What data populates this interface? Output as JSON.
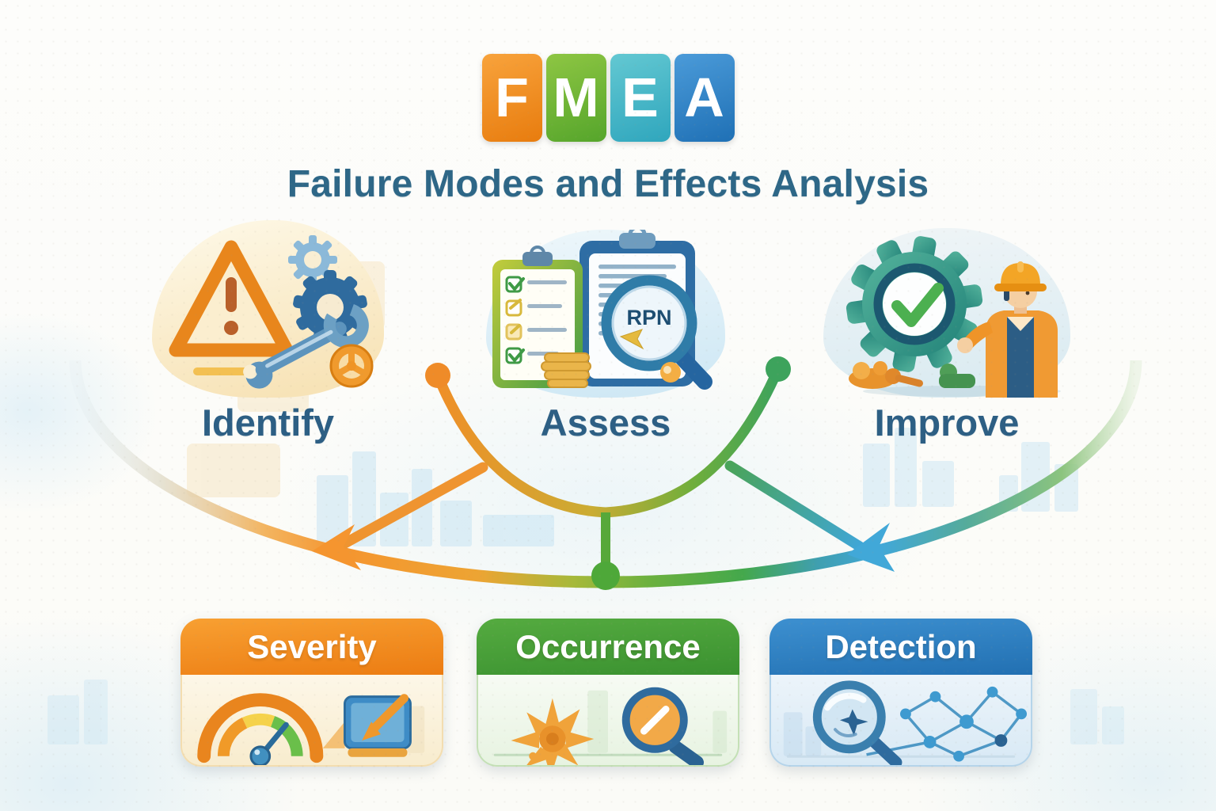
{
  "title": {
    "letters": [
      {
        "char": "F",
        "color": "#ee8312"
      },
      {
        "char": "M",
        "color": "#62b12d"
      },
      {
        "char": "E",
        "color": "#43b7c6"
      },
      {
        "char": "A",
        "color": "#2a7ec4"
      }
    ],
    "subtitle": "Failure Modes and Effects Analysis"
  },
  "process_steps": [
    {
      "label": "Identify",
      "icon": "warning-triangle-gears-wrench-icon"
    },
    {
      "label": "Assess",
      "icon": "clipboards-rpn-magnifier-icon",
      "magnifier_text": "RPN"
    },
    {
      "label": "Improve",
      "icon": "gear-checkmark-worker-icon"
    }
  ],
  "factors": [
    {
      "label": "Severity",
      "icon": "gauge-icon",
      "header_color": "#ef8a1b"
    },
    {
      "label": "Occurrence",
      "icon": "starburst-magnifier-icon",
      "header_color": "#43a037"
    },
    {
      "label": "Detection",
      "icon": "magnifier-network-icon",
      "header_color": "#2e7dbf"
    }
  ],
  "flow": {
    "arrow_count": 2,
    "accent_colors": {
      "orange": "#f0922d",
      "green": "#57a83a",
      "blue": "#3fa6d6"
    }
  }
}
